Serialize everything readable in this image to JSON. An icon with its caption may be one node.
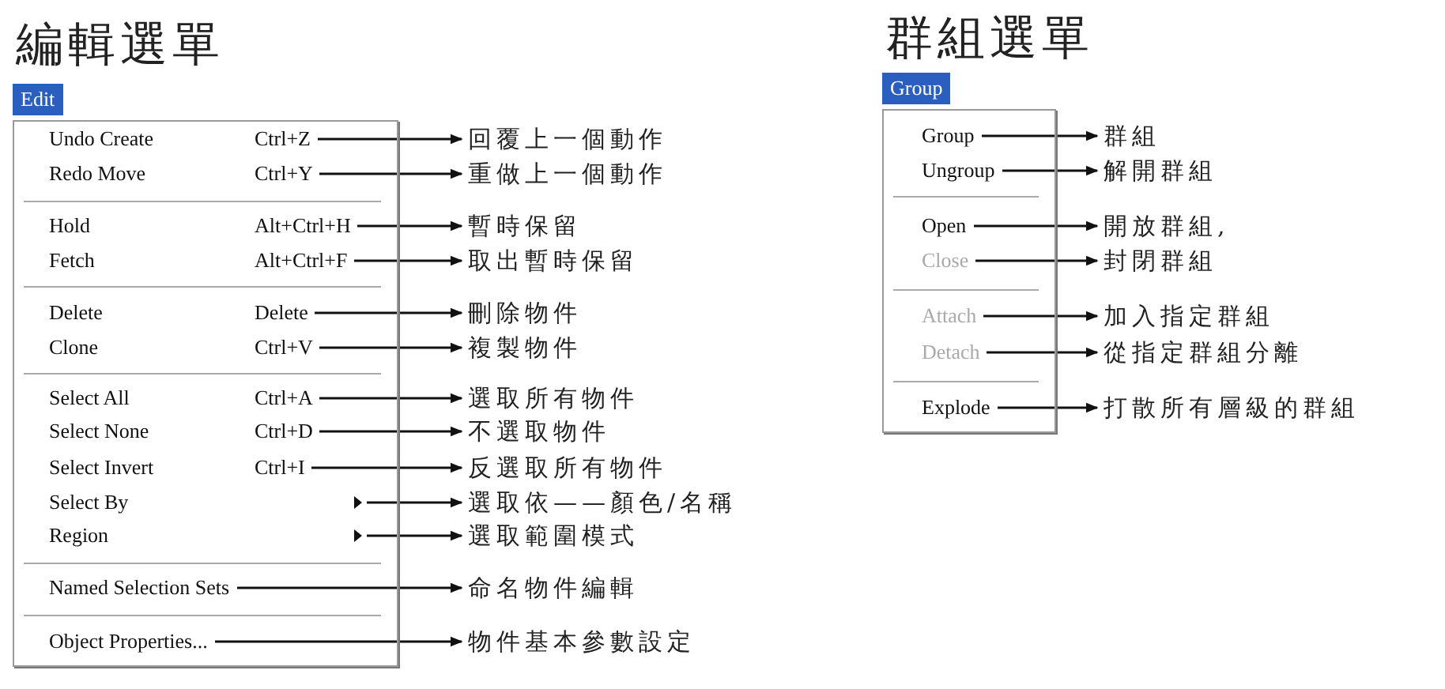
{
  "diagram": {
    "nodes": [
      {
        "text": [],
        "shape": "box"
      },
      {
        "text": [
          "Undo Create",
          "Ctrl+Z"
        ],
        "in": 0
      },
      {
        "text": [
          "Redo Move",
          "Ctrl+Y"
        ],
        "in": 0
      },
      {
        "text": [
          "Hold",
          "Alt+Ctrl+H"
        ],
        "in": 0
      },
      {
        "text": [
          "Fetch",
          "Alt+Ctrl+F"
        ],
        "in": 0
      },
      {
        "text": [
          "Delete",
          "Delete"
        ],
        "in": 0
      },
      {
        "text": [
          "Clone",
          "Ctrl+V"
        ],
        "in": 0
      },
      {
        "text": [
          "Select All",
          "Ctrl+A"
        ],
        "in": 0
      },
      {
        "text": [
          "Select None",
          "Ctrl+D"
        ],
        "in": 0
      },
      {
        "text": [
          "Select Invert",
          "Ctrl+I"
        ],
        "in": 0
      },
      {
        "text": [
          "Select By"
        ],
        "in": 0
      },
      {
        "text": [
          "Region"
        ],
        "in": 0
      },
      {
        "text": [
          "Named Selection Sets"
        ],
        "in": 0
      },
      {
        "text": [
          "Object Properties..."
        ],
        "in": 0
      },
      {
        "text": [
          "回覆上一個動作"
        ]
      },
      {
        "text": [
          "重做上一個動作"
        ]
      },
      {
        "text": [
          "暫時保留"
        ]
      },
      {
        "text": [
          "取出暫時保留"
        ]
      },
      {
        "text": [
          "刪除物件"
        ]
      },
      {
        "text": [
          "複製物件"
        ]
      },
      {
        "text": [
          "選取所有物件"
        ]
      },
      {
        "text": [
          "不選取物件"
        ]
      },
      {
        "text": [
          "反選取所有物件"
        ]
      },
      {
        "text": [
          "選取依——顏色/名稱"
        ]
      },
      {
        "text": [
          "選取範圍模式"
        ]
      },
      {
        "text": [
          "命名物件編輯"
        ]
      },
      {
        "text": [
          "物件基本參數設定"
        ]
      },
      {
        "text": [],
        "shape": "box"
      },
      {
        "text": [
          "Group"
        ],
        "in": 27
      },
      {
        "text": [
          "Ungroup"
        ],
        "in": 27
      },
      {
        "text": [
          "Open"
        ],
        "in": 27
      },
      {
        "text": [
          "Close"
        ],
        "in": 27
      },
      {
        "text": [
          "Attach"
        ],
        "in": 27
      },
      {
        "text": [
          "Detach"
        ],
        "in": 27
      },
      {
        "text": [
          "Explode"
        ],
        "in": 27
      },
      {
        "text": [
          "群組"
        ]
      },
      {
        "text": [
          "解開群組"
        ]
      },
      {
        "text": [
          "開放群組,"
        ]
      },
      {
        "text": [
          "封閉群組"
        ]
      },
      {
        "text": [
          "加入指定群組"
        ]
      },
      {
        "text": [
          "從指定群組分離"
        ]
      },
      {
        "text": [
          "打散所有層級的群組"
        ]
      }
    ],
    "edges": [
      {
        "from": 1,
        "to": 14,
        "arrow": "to"
      },
      {
        "from": 2,
        "to": 15,
        "arrow": "to"
      },
      {
        "from": 3,
        "to": 16,
        "arrow": "to"
      },
      {
        "from": 4,
        "to": 17,
        "arrow": "to"
      },
      {
        "from": 5,
        "to": 18,
        "arrow": "to"
      },
      {
        "from": 6,
        "to": 19,
        "arrow": "to"
      },
      {
        "from": 7,
        "to": 20,
        "arrow": "to"
      },
      {
        "from": 8,
        "to": 21,
        "arrow": "to"
      },
      {
        "from": 9,
        "to": 22,
        "arrow": "to"
      },
      {
        "from": 10,
        "to": 23,
        "arrow": "to"
      },
      {
        "from": 11,
        "to": 24,
        "arrow": "to"
      },
      {
        "from": 12,
        "to": 25,
        "arrow": "to"
      },
      {
        "from": 13,
        "to": 26,
        "arrow": "to"
      },
      {
        "from": 28,
        "to": 35,
        "arrow": "to"
      },
      {
        "from": 29,
        "to": 36,
        "arrow": "to"
      },
      {
        "from": 30,
        "to": 37,
        "arrow": "to"
      },
      {
        "from": 31,
        "to": 38,
        "arrow": "to"
      },
      {
        "from": 32,
        "to": 39,
        "arrow": "to"
      },
      {
        "from": 33,
        "to": 40,
        "arrow": "to"
      },
      {
        "from": 34,
        "to": 41,
        "arrow": "to"
      }
    ],
    "labels": [
      "編輯選單",
      "Edit",
      "群組選單",
      "Group"
    ]
  }
}
